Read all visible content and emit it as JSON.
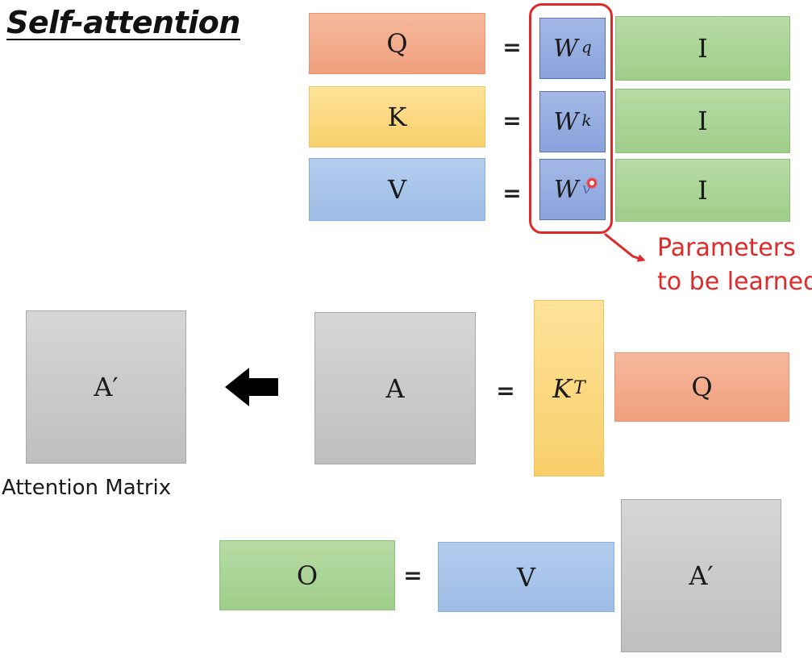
{
  "title": "Self-attention",
  "projections": [
    {
      "output": "Q",
      "weight_base": "W",
      "weight_sup": "q",
      "input": "I"
    },
    {
      "output": "K",
      "weight_base": "W",
      "weight_sup": "k",
      "input": "I"
    },
    {
      "output": "V",
      "weight_base": "W",
      "weight_sup": "v",
      "input": "I"
    }
  ],
  "equals": "=",
  "parameters_note": {
    "line1": "Parameters",
    "line2": "to be learned"
  },
  "attention_row": {
    "normalized": "A′",
    "matrix": "A",
    "kt_base": "K",
    "kt_sup": "T",
    "q": "Q",
    "caption": "Attention Matrix",
    "arrow_icon": "left-arrow-icon"
  },
  "output_row": {
    "o": "O",
    "v": "V",
    "a_prime": "A′"
  },
  "colors": {
    "q_orange": "#f0a07d",
    "k_yellow": "#f8cf6a",
    "v_blue": "#9dbde6",
    "i_green": "#9fcd8a",
    "w_blue": "#8aa3dc",
    "matrix_gray": "#bfbfbf",
    "highlight_red": "#e02a2a"
  }
}
